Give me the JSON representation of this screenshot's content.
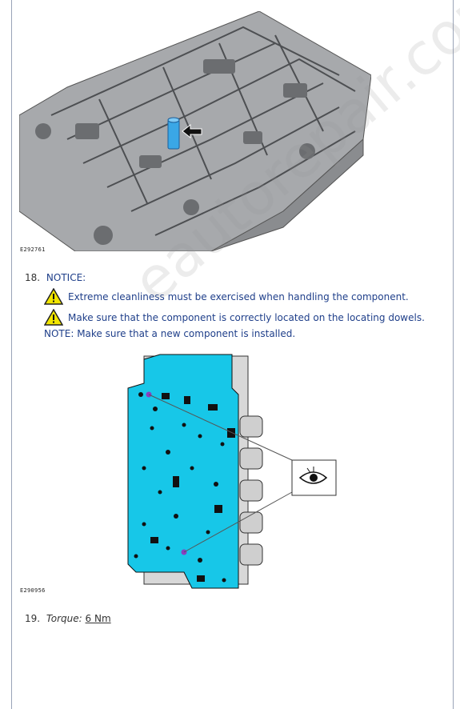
{
  "figure1": {
    "label": "E292761"
  },
  "step18": {
    "number": "18.",
    "notice": "NOTICE:",
    "warnings": [
      "Extreme cleanliness must be exercised when handling the component.",
      "Make sure that the component is correctly located on the locating dowels."
    ],
    "note_prefix": "NOTE:",
    "note_text": " Make sure that a new component is installed."
  },
  "figure2": {
    "label": "E290956"
  },
  "step19": {
    "number": "19.",
    "torque_label": "Torque:",
    "torque_value": "6 Nm"
  },
  "watermark": "eautorepair.com",
  "colors": {
    "plate": "#17c7e8",
    "text_blue": "#1f3f8a",
    "part_blue": "#3aa7e6",
    "warning_yellow": "#f2e600"
  },
  "icons": [
    "warning-icon",
    "arrow-left-icon",
    "eye-icon"
  ]
}
